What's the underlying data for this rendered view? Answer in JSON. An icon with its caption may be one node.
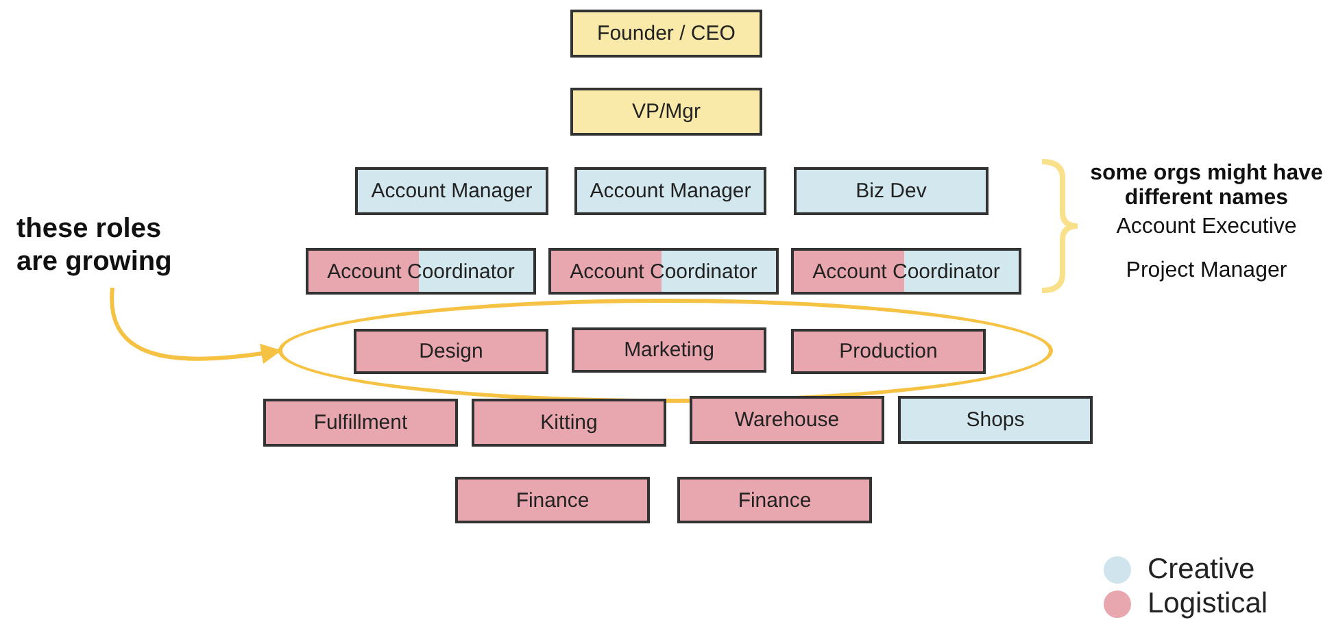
{
  "diagram": {
    "nodes": [
      {
        "text": [
          "Founder / CEO"
        ]
      },
      {
        "text": [
          "VP/Mgr"
        ]
      },
      {
        "text": [
          "Account Manager"
        ]
      },
      {
        "text": [
          "Account Manager"
        ]
      },
      {
        "text": [
          "Biz Dev"
        ]
      },
      {
        "text": [
          "these roles are growing"
        ]
      },
      {
        "text": [
          "Account Coordinator"
        ]
      },
      {
        "text": [
          "Account Coordinator"
        ]
      },
      {
        "text": [
          "Account Coordinator"
        ]
      },
      {
        "text": [],
        "shape": "ellipse"
      },
      {
        "text": [
          "Design"
        ],
        "in": 9
      },
      {
        "text": [
          "Marketing"
        ],
        "in": 9
      },
      {
        "text": [
          "Production"
        ],
        "in": 9
      },
      {
        "text": [
          "Fulfillment"
        ]
      },
      {
        "text": [
          "Kitting"
        ]
      },
      {
        "text": [
          "Warehouse"
        ]
      },
      {
        "text": [
          "Shops"
        ]
      },
      {
        "text": [
          "Finance"
        ]
      },
      {
        "text": [
          "Finance"
        ]
      }
    ],
    "edges": [
      {
        "from": 5,
        "to": 9,
        "arrow": "to",
        "color": "#f6c244"
      }
    ],
    "labels": [
      "some orgs might have different names",
      "Account Executive",
      "Project Manager"
    ],
    "legend": [
      {
        "text": "Creative",
        "color": "#cfe4ec"
      },
      {
        "text": "Logistical",
        "color": "#e8a6ae"
      }
    ]
  }
}
